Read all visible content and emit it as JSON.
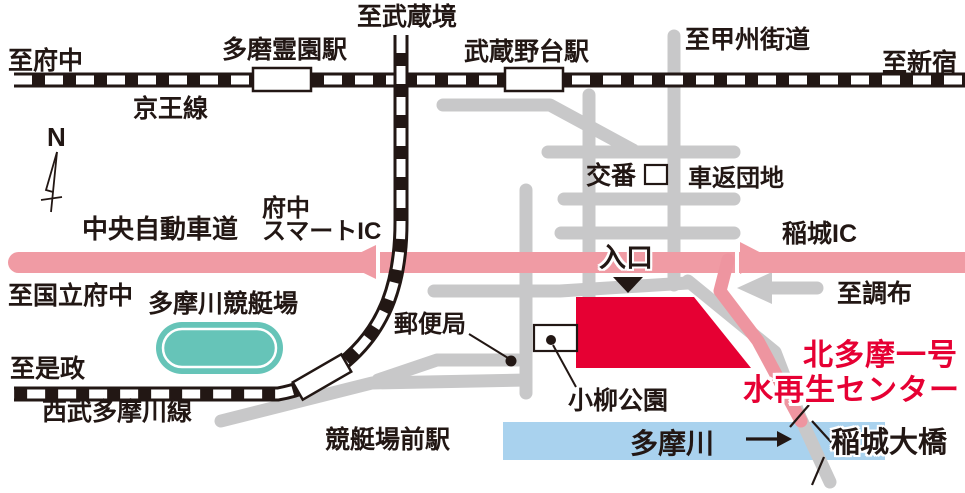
{
  "labels": {
    "to_fuchu": "至府中",
    "keio_line": "京王線",
    "tama_reien_sta": "多磨霊園駅",
    "to_musashisakai": "至武蔵境",
    "musashinodai_sta": "武蔵野台駅",
    "to_koshukaido": "至甲州街道",
    "to_shinjuku": "至新宿",
    "compass_north": "N",
    "koban": "交番",
    "kurumagaeshi_danchi": "車返団地",
    "chuo_expressway": "中央自動車道",
    "fuchu_smart_ic_line1": "府中",
    "fuchu_smart_ic_line2": "スマートIC",
    "inagi_ic": "稲城IC",
    "entrance": "入口",
    "to_chofu": "至調布",
    "to_kunitachi_fuchu": "至国立府中",
    "tamagawa_keiteijo": "多摩川競艇場",
    "to_koremasa": "至是政",
    "seibu_tamagawa_line": "西武多摩川線",
    "keiteijo_mae_sta": "競艇場前駅",
    "post_office": "郵便局",
    "koyanagi_park": "小柳公園",
    "tamagawa_river": "多摩川",
    "inagi_ohashi": "稲城大橋",
    "center_name_line1": "北多摩一号",
    "center_name_line2": "水再生センター"
  },
  "colors": {
    "road_gray": "#c8c8c9",
    "highway_pink": "#f09ba4",
    "ramp_pink": "#ee95a0",
    "building_red": "#e60033",
    "river_blue": "#a9d2ee",
    "pond_teal": "#66c4b8",
    "railway_black": "#221714",
    "center_text_red": "#e60033",
    "text_black": "#221714"
  }
}
